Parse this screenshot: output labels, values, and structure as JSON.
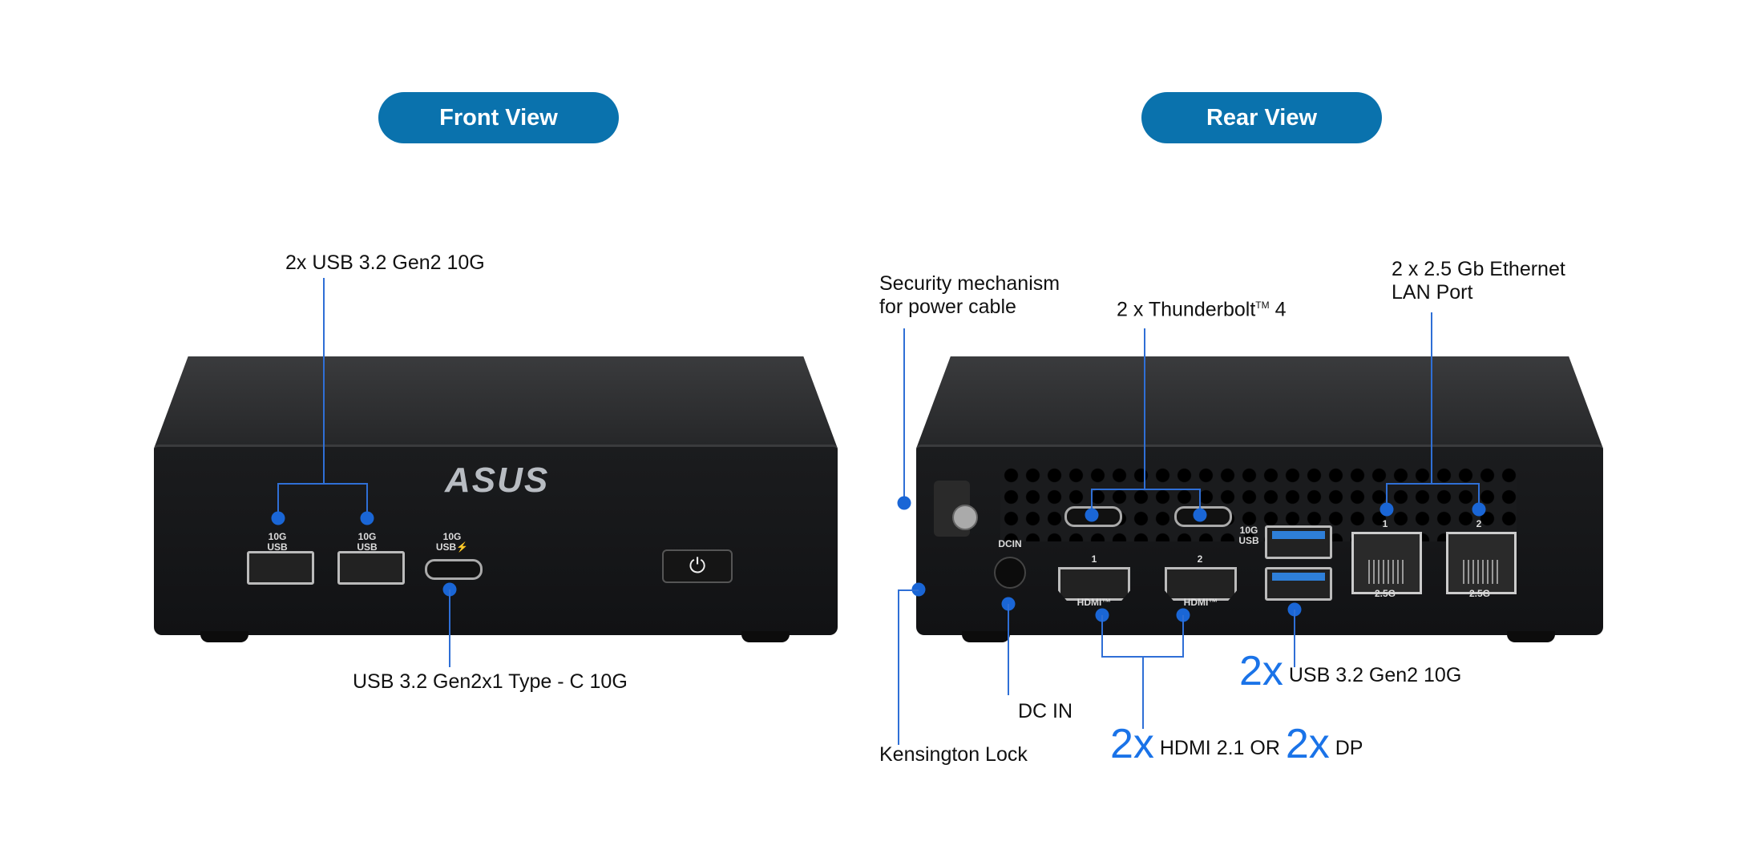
{
  "front": {
    "title": "Front View",
    "brand": "ASUS",
    "callouts": {
      "usb_a": "2x USB 3.2 Gen2 10G",
      "usb_c": "USB 3.2 Gen2x1 Type - C 10G"
    },
    "port_markings": {
      "usb_a_top": "10G",
      "usb_a_bottom": "USB",
      "usb_c_top": "10G",
      "usb_c_bottom": "USB⚡"
    },
    "power_icon": "⏻"
  },
  "rear": {
    "title": "Rear View",
    "callouts": {
      "security_line1": "Security mechanism",
      "security_line2": "for power cable",
      "thunderbolt": "2 x Thunderbolt",
      "thunderbolt_tm": "TM",
      "thunderbolt_ver": "4",
      "ethernet_line1": "2 x 2.5 Gb Ethernet",
      "ethernet_line2": "LAN Port",
      "kensington": "Kensington Lock",
      "dc_in": "DC IN",
      "hdmi_count": "2x",
      "hdmi_text": "HDMI 2.1 OR",
      "dp_count": "2x",
      "dp_text": "DP",
      "usb_count": "2x",
      "usb_text": "USB 3.2 Gen2 10G"
    },
    "port_markings": {
      "dcin": "DCIN",
      "hdmi1": "1",
      "hdmi2": "2",
      "hdmi_logo": "HDMI™",
      "usb_top": "10G",
      "usb_bottom": "USB",
      "lan1": "1",
      "lan2": "2",
      "lan_speed": "2.5G"
    }
  },
  "colors": {
    "pill": "#0a72ad",
    "callout": "#1a73e8"
  }
}
